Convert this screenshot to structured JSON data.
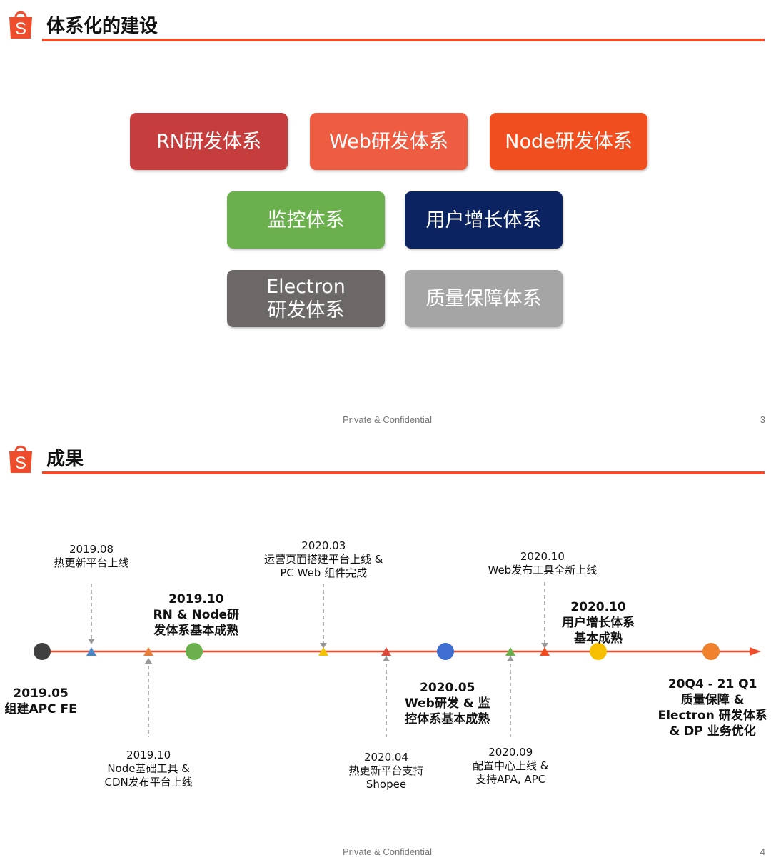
{
  "brand": {
    "accent": "#ee4d2d",
    "logo_letter": "S"
  },
  "slide1": {
    "title": "体系化的建设",
    "footer": "Private & Confidential",
    "page": "3",
    "boxes": [
      {
        "label": "RN研发体系",
        "color": "#c63d3d"
      },
      {
        "label": "Web研发体系",
        "color": "#ee5c42"
      },
      {
        "label": "Node研发体系",
        "color": "#f04e1e"
      },
      {
        "label": "监控体系",
        "color": "#6ab04c"
      },
      {
        "label": "用户增长体系",
        "color": "#0b2461"
      },
      {
        "label": "Electron\n研发体系",
        "color": "#6b6867"
      },
      {
        "label": "质量保障体系",
        "color": "#a5a5a5"
      }
    ]
  },
  "slide2": {
    "title": "成果",
    "footer": "Private & Confidential",
    "page": "4",
    "events": [
      {
        "date": "2019.05",
        "text": "组建APC FE",
        "marker": "circle",
        "color": "#404040",
        "side": "below",
        "bold": true
      },
      {
        "date": "2019.08",
        "text": "热更新平台上线",
        "marker": "triangle",
        "color": "#4a86c8",
        "side": "above",
        "bold": false
      },
      {
        "date": "2019.10",
        "text": "Node基础工具 &\nCDN发布平台上线",
        "marker": "triangle",
        "color": "#e67e3a",
        "side": "below",
        "bold": false
      },
      {
        "date": "2019.10",
        "text": "RN & Node研\n发体系基本成熟",
        "marker": "circle",
        "color": "#6ab04c",
        "side": "above",
        "bold": true
      },
      {
        "date": "2020.03",
        "text": "运营页面搭建平台上线 &\nPC Web 组件完成",
        "marker": "triangle",
        "color": "#f2c200",
        "side": "above",
        "bold": false
      },
      {
        "date": "2020.04",
        "text": "热更新平台支持\nShopee",
        "marker": "triangle",
        "color": "#e04a3a",
        "side": "below",
        "bold": false
      },
      {
        "date": "2020.05",
        "text": "Web研发 & 监\n控体系基本成熟",
        "marker": "circle",
        "color": "#3f6fd0",
        "side": "below",
        "bold": true
      },
      {
        "date": "2020.09",
        "text": "配置中心上线 &\n支持APA, APC",
        "marker": "triangle",
        "color": "#6ab04c",
        "side": "below",
        "bold": false
      },
      {
        "date": "2020.10",
        "text": "Web发布工具全新上线",
        "marker": "triangle",
        "color": "#f04e1e",
        "side": "above",
        "bold": false
      },
      {
        "date": "2020.10",
        "text": "用户增长体系\n基本成熟",
        "marker": "circle",
        "color": "#f6c000",
        "side": "above",
        "bold": true
      },
      {
        "date": "20Q4 - 21 Q1",
        "text": "质量保障 &\nElectron 研发体系\n& DP 业务优化",
        "marker": "circle",
        "color": "#f0822d",
        "side": "below",
        "bold": true
      }
    ]
  }
}
